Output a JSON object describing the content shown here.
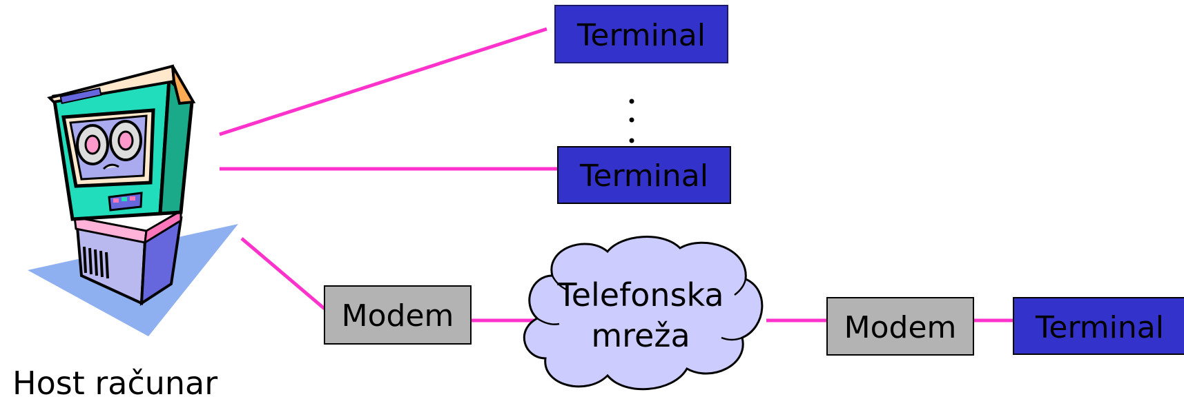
{
  "host": {
    "label": "Host računar"
  },
  "terminals": [
    {
      "label": "Terminal"
    },
    {
      "label": "Terminal"
    },
    {
      "label": "Terminal"
    }
  ],
  "modems": [
    {
      "label": "Modem"
    },
    {
      "label": "Modem"
    }
  ],
  "network": {
    "line1": "Telefonska",
    "line2": "mreža"
  },
  "colors": {
    "terminal_fill": "#3333cc",
    "modem_fill": "#b3b3b3",
    "cloud_fill": "#ccccff",
    "connector": "#ff33cc",
    "host_shadow": "#8fb0f0"
  }
}
